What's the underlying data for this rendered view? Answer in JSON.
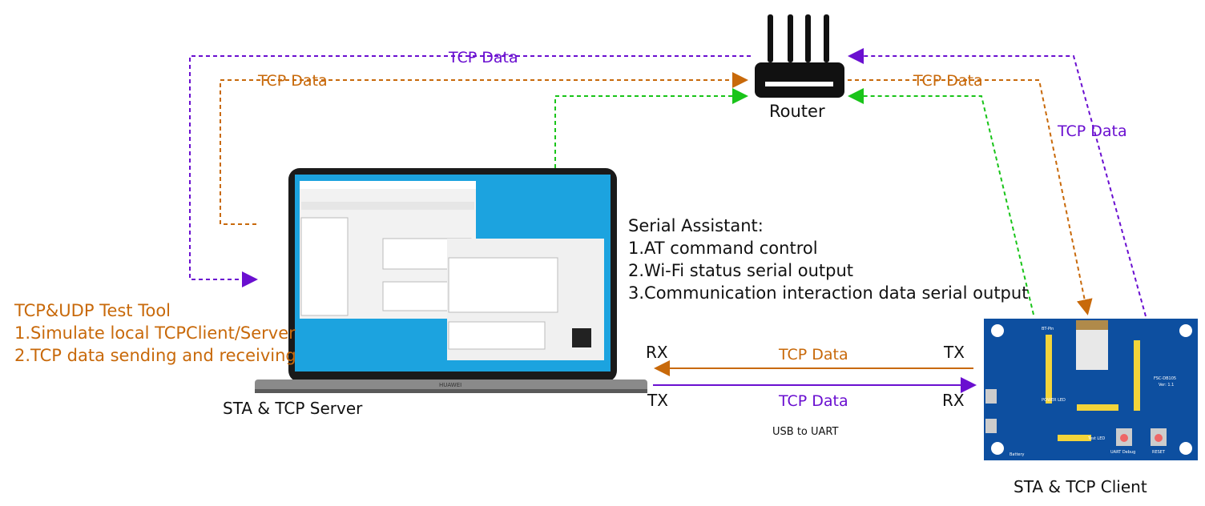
{
  "router": {
    "label": "Router"
  },
  "links": {
    "left_purple": "TCP Data",
    "left_orange": "TCP Data",
    "right_orange": "TCP Data",
    "right_purple": "TCP Data",
    "uart_tx": "TCP Data",
    "uart_rx": "TCP Data"
  },
  "tool_notes": {
    "title": "TCP&UDP Test Tool",
    "line1": "1.Simulate local TCPClient/Server",
    "line2": "2.TCP data sending and receiving"
  },
  "serial_notes": {
    "title": "Serial Assistant:",
    "line1": "1.AT command control",
    "line2": "2.Wi-Fi status serial output",
    "line3": "3.Communication interaction data serial output"
  },
  "uart": {
    "rx_left": "RX",
    "tx_left": "TX",
    "tx_right": "TX",
    "rx_right": "RX",
    "caption": "USB to UART"
  },
  "server_label": "STA & TCP Server",
  "client_label": "STA & TCP Client",
  "laptop_brand": "HUAWEI",
  "board": {
    "pins_label": "BT-Pin",
    "model": "FSC-DB105",
    "version": "Ver: 1.1",
    "power_led": "POWER LED",
    "uart_debug": "UART Debug",
    "reset": "RESET",
    "battery": "Battery",
    "test_led": "Test LED"
  },
  "colors": {
    "orange": "#c8690a",
    "purple": "#6a0fd0",
    "green": "#19c419"
  }
}
